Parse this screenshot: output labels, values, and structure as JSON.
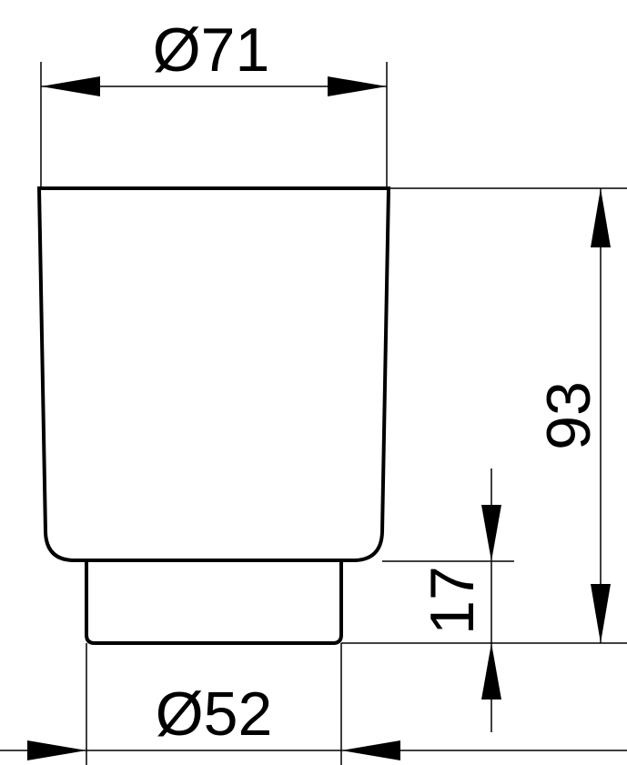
{
  "drawing": {
    "top_diameter": "Ø71",
    "height_total": "93",
    "base_height": "17",
    "base_diameter": "Ø52"
  },
  "colors": {
    "line": "#000000",
    "background": "#ffffff"
  }
}
